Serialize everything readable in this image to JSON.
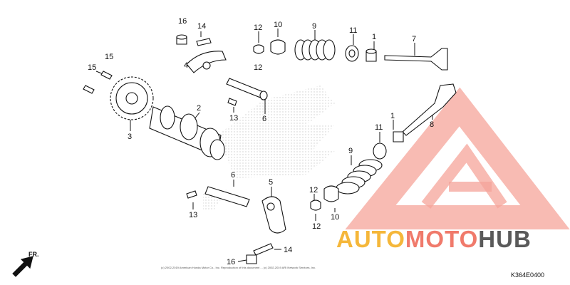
{
  "diagram": {
    "code": "K364E0400",
    "direction_label": "FR.",
    "copyright": "(c) 2002-2019 American Honda Motor Co., Inc. Reproduction of this document ... (c) 2002-2019 ARI Network Services, Inc.",
    "callouts": [
      {
        "id": "c16a",
        "label": "16"
      },
      {
        "id": "c14a",
        "label": "14"
      },
      {
        "id": "c12a",
        "label": "12"
      },
      {
        "id": "c10a",
        "label": "10"
      },
      {
        "id": "c9a",
        "label": "9"
      },
      {
        "id": "c11a",
        "label": "11"
      },
      {
        "id": "c1a",
        "label": "1"
      },
      {
        "id": "c7",
        "label": "7"
      },
      {
        "id": "c15a",
        "label": "15"
      },
      {
        "id": "c15b",
        "label": "15"
      },
      {
        "id": "c4",
        "label": "4"
      },
      {
        "id": "c12b",
        "label": "12"
      },
      {
        "id": "c2",
        "label": "2"
      },
      {
        "id": "c3",
        "label": "3"
      },
      {
        "id": "c13a",
        "label": "13"
      },
      {
        "id": "c6a",
        "label": "6"
      },
      {
        "id": "c8",
        "label": "8"
      },
      {
        "id": "c1b",
        "label": "1"
      },
      {
        "id": "c11b",
        "label": "11"
      },
      {
        "id": "c9b",
        "label": "9"
      },
      {
        "id": "c6b",
        "label": "6"
      },
      {
        "id": "c5",
        "label": "5"
      },
      {
        "id": "c12c",
        "label": "12"
      },
      {
        "id": "c13b",
        "label": "13"
      },
      {
        "id": "c10b",
        "label": "10"
      },
      {
        "id": "c12d",
        "label": "12"
      },
      {
        "id": "c14b",
        "label": "14"
      },
      {
        "id": "c16b",
        "label": "16"
      }
    ]
  },
  "watermark": {
    "part1": "AUTO",
    "part2": "MOTO",
    "part3": "HUB"
  },
  "colors": {
    "accent_red": "#f07a6b",
    "accent_yellow": "#f5b73a",
    "dark": "#5a5a5a"
  }
}
